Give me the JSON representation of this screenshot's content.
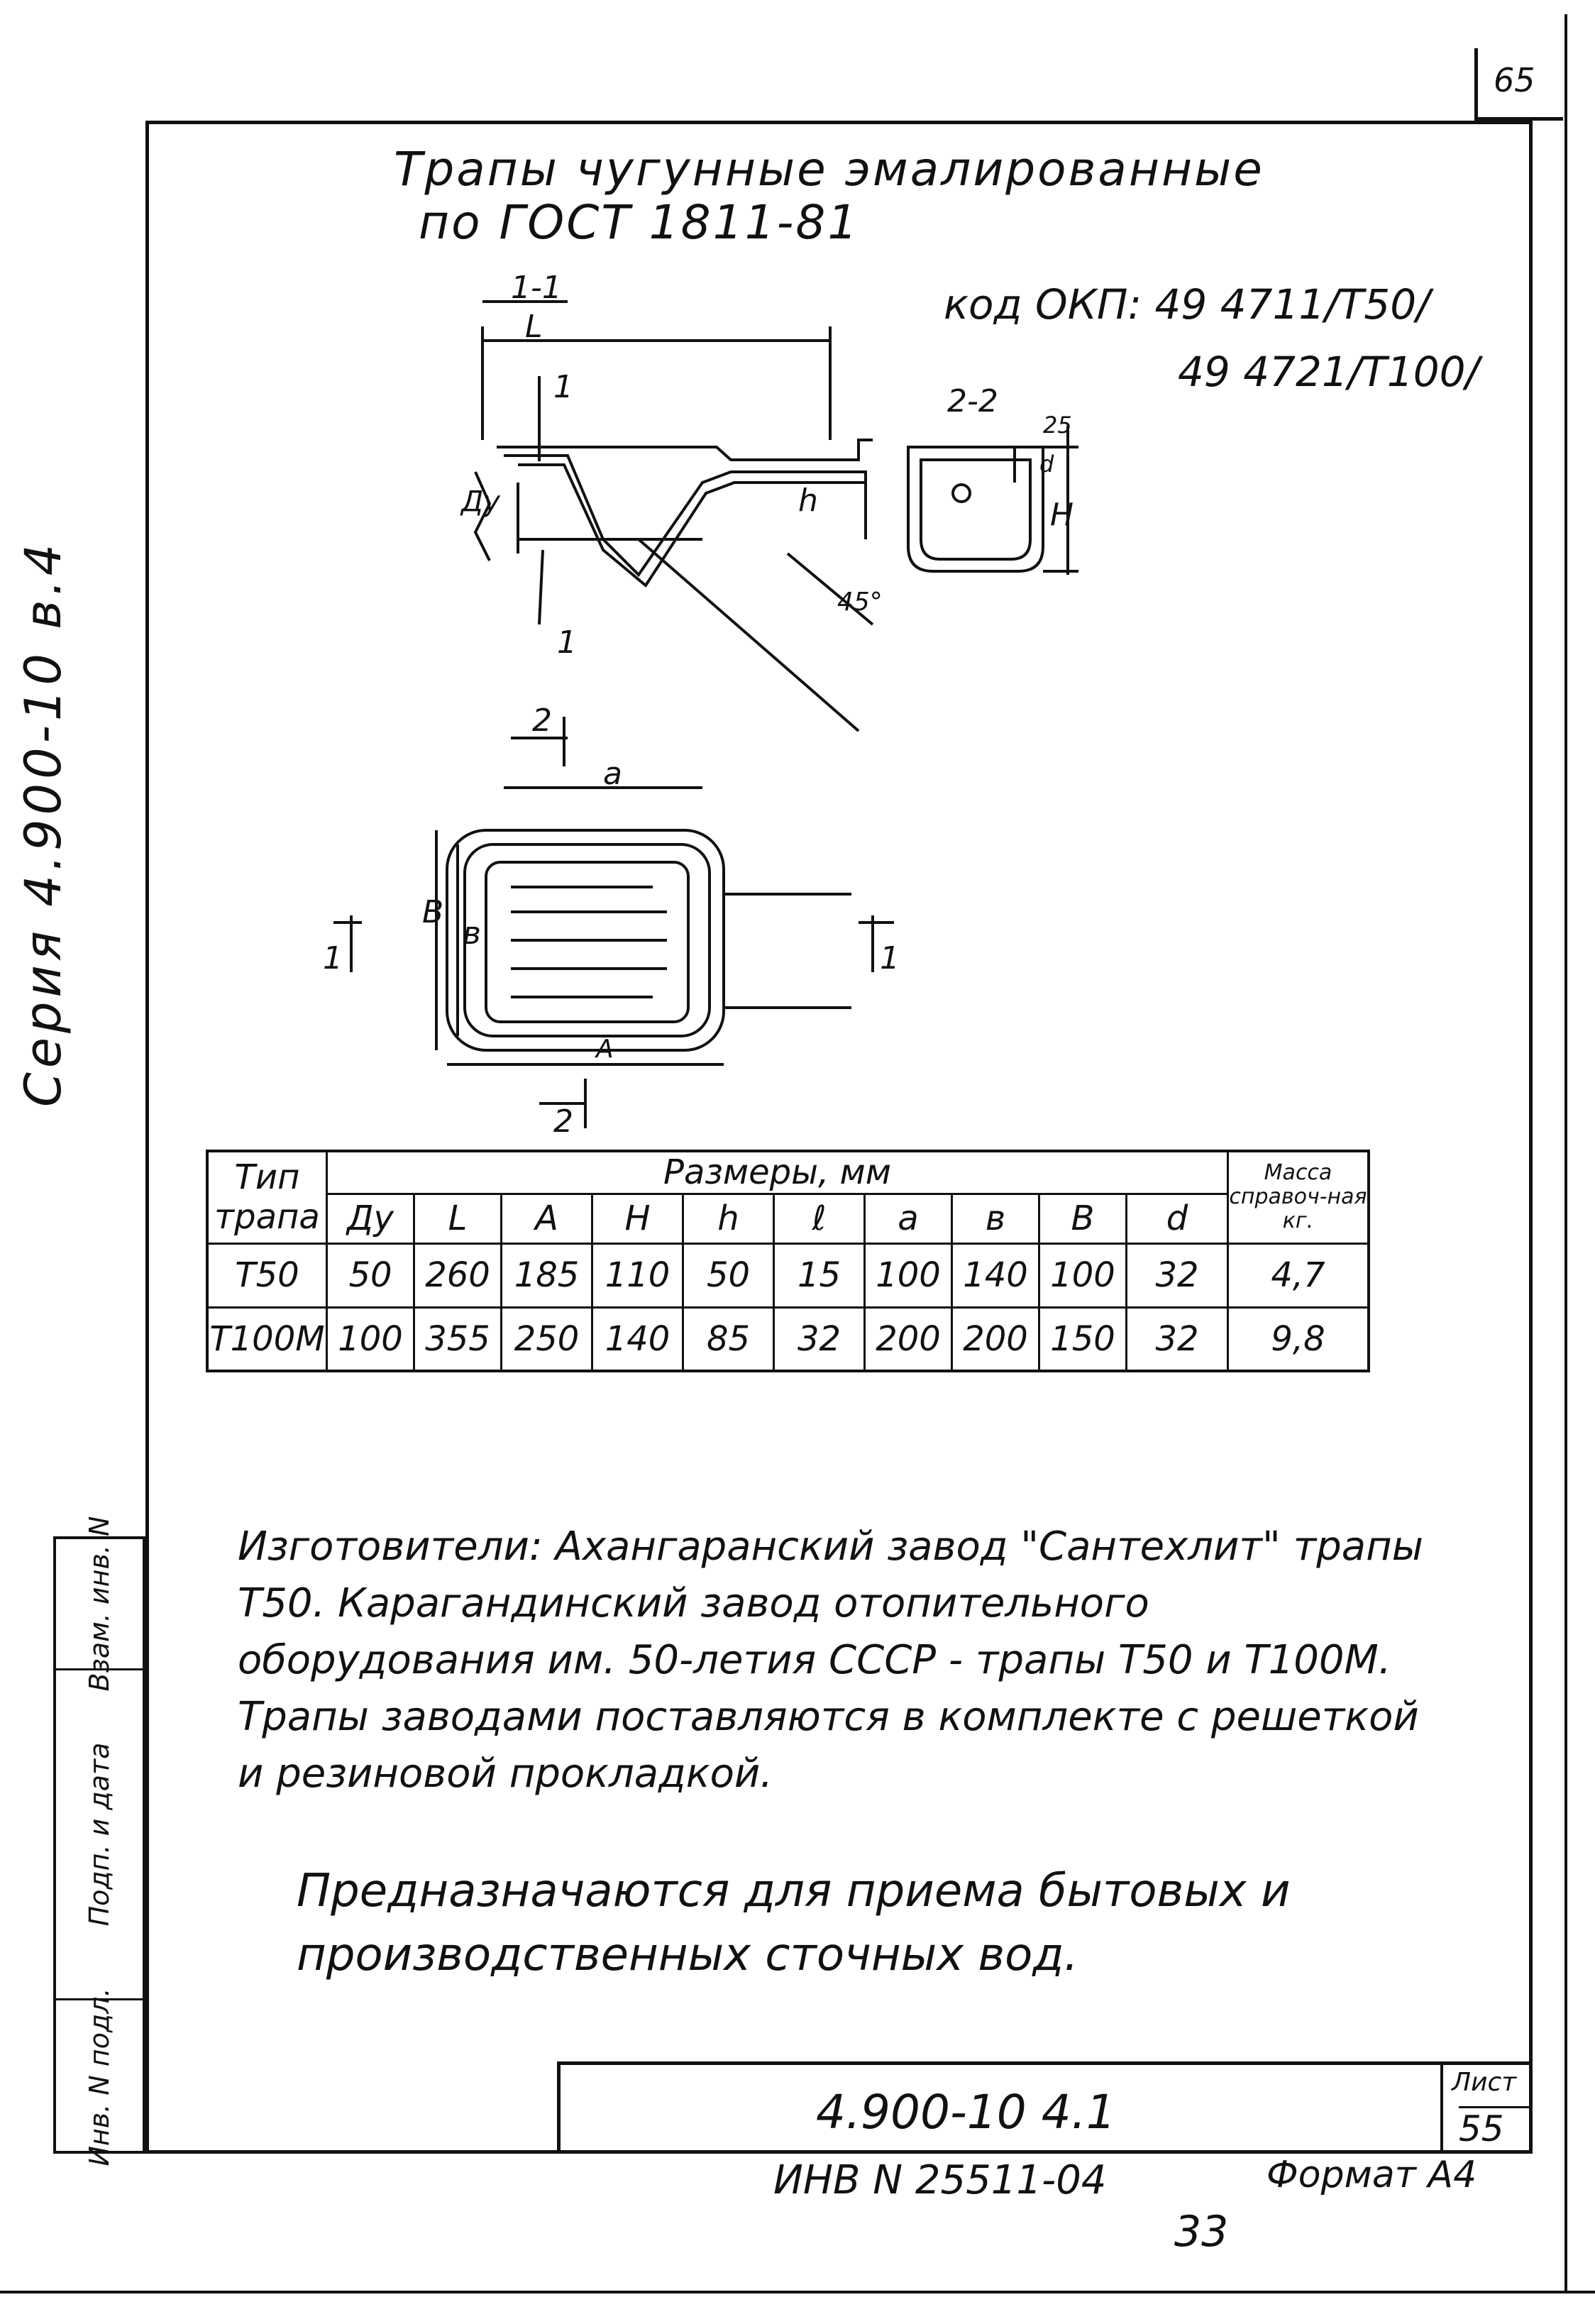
{
  "header": {
    "sheet_corner": "65",
    "title_line1": "Трапы чугунные эмалированные",
    "title_line2": "по ГОСТ 1811-81",
    "code_line1": "код ОКП: 49 4711/Т50/",
    "code_line2": "49 4721/Т100/"
  },
  "side": {
    "series": "Серия 4.900-10 в.4"
  },
  "drawing_labels": {
    "section11": "1-1",
    "L": "L",
    "section22": "2-2",
    "dim25": "25",
    "h": "h",
    "H": "H",
    "d": "d",
    "Dy": "Ду",
    "angle": "45°",
    "mark1": "1",
    "mark2": "2",
    "a": "а",
    "b": "в",
    "B": "В",
    "A": "А"
  },
  "table": {
    "type_header": "Тип трапа",
    "sizes_header": "Размеры, мм",
    "mass_header": "Масса справоч-ная кг.",
    "columns": [
      "Ду",
      "L",
      "А",
      "Н",
      "h",
      "ℓ",
      "а",
      "в",
      "В",
      "d"
    ],
    "rows": [
      {
        "type": "Т50",
        "values": [
          "50",
          "260",
          "185",
          "110",
          "50",
          "15",
          "100",
          "140",
          "100",
          "32"
        ],
        "mass": "4,7"
      },
      {
        "type": "Т100М",
        "values": [
          "100",
          "355",
          "250",
          "140",
          "85",
          "32",
          "200",
          "200",
          "150",
          "32"
        ],
        "mass": "9,8"
      }
    ]
  },
  "notes": {
    "makers": "Изготовители: Ахангаранский завод \"Сантехлит\" трапы Т50. Карагандинский завод отопительного оборудования им. 50-летия СССР - трапы Т50 и Т100М. Трапы заводами поставляются в комплекте с решеткой и резиновой прокладкой.",
    "purpose": "Предназначаются для приема бытовых и производственных сточных вод."
  },
  "left_strip": {
    "inv_podl": "Инв. N подл.",
    "podp_data": "Подп. и дата",
    "vzam_inv": "Взам. инв. N"
  },
  "stamp": {
    "doc_code": "4.900-10 4.1",
    "sheet_label": "Лист",
    "sheet_number": "55"
  },
  "footer": {
    "inv_number": "ИНВ N 25511-04",
    "format": "Формат А4",
    "page": "33"
  }
}
